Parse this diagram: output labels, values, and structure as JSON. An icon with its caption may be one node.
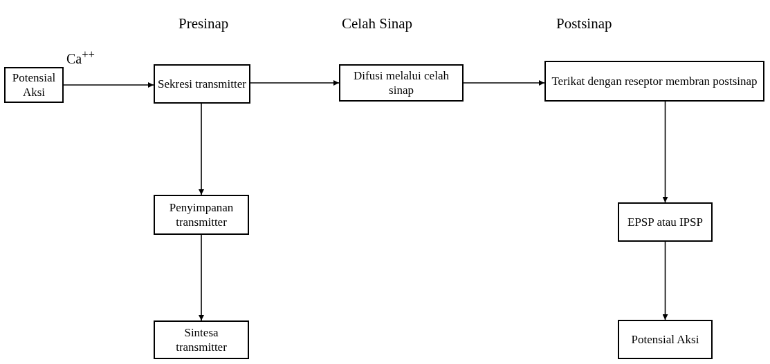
{
  "diagram": {
    "nodes": [
      {
        "text": [
          "Potensial Aksi"
        ]
      },
      {
        "text": [
          "Sekresi transmitter"
        ]
      },
      {
        "text": [
          "Difusi melalui celah sinap"
        ]
      },
      {
        "text": [
          "Terikat dengan reseptor membran postsinap"
        ]
      },
      {
        "text": [
          "Penyimpanan transmitter"
        ]
      },
      {
        "text": [
          "Sintesa transmitter"
        ]
      },
      {
        "text": [
          "EPSP atau IPSP"
        ]
      },
      {
        "text": [
          "Potensial Aksi"
        ]
      }
    ],
    "edges": [
      {
        "from": 0,
        "to": 1,
        "arrow": "to",
        "label": "Ca$^{++}$"
      },
      {
        "from": 1,
        "to": 2,
        "arrow": "to"
      },
      {
        "from": 2,
        "to": 3,
        "arrow": "to"
      },
      {
        "from": 1,
        "to": 4,
        "arrow": "to"
      },
      {
        "from": 4,
        "to": 5,
        "arrow": "to"
      },
      {
        "from": 3,
        "to": 6,
        "arrow": "to"
      },
      {
        "from": 6,
        "to": 7,
        "arrow": "to"
      }
    ],
    "labels": [
      "Presinap",
      "Celah Sinap",
      "Postsinap"
    ]
  }
}
